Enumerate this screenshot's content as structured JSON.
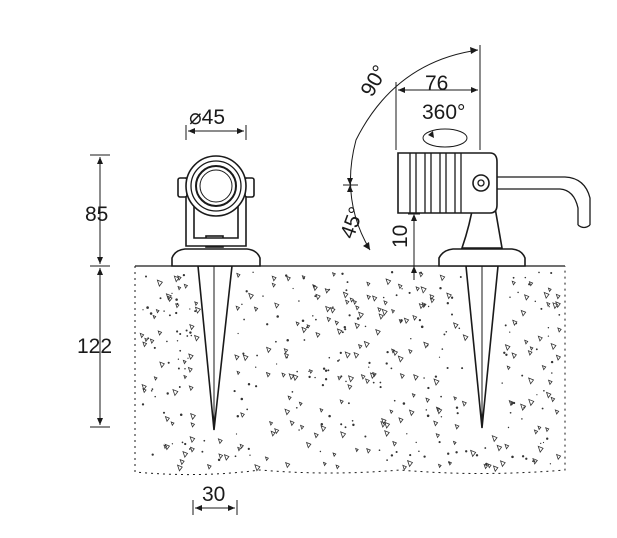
{
  "dimensions": {
    "diameter": "⌀45",
    "width": "76",
    "rotation": "360°",
    "tilt_up": "90°",
    "tilt_down": "45°",
    "offset": "10",
    "body_height": "85",
    "spike_length": "122",
    "spike_width": "30"
  },
  "colors": {
    "line": "#1a1a1a",
    "background": "#ffffff"
  }
}
